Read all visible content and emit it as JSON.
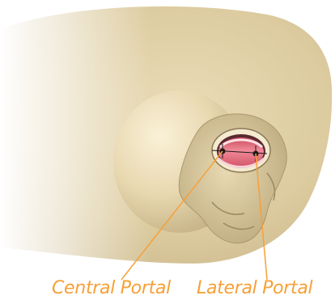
{
  "labels": {
    "central": "Central Portal",
    "lateral": "Lateral Portal"
  },
  "colors": {
    "background": "#ffffff",
    "skin_light": "#f2e6c9",
    "skin_mid": "#ddc999",
    "skin_shadow": "#b29f73",
    "tissue_red": "#e46a7d",
    "tissue_pink": "#f3c2c7",
    "annotation_orange": "#f7a037",
    "marker_dark": "#1b1b1b"
  },
  "icons": [
    "portal-marker-dot",
    "crosshair-mark"
  ]
}
